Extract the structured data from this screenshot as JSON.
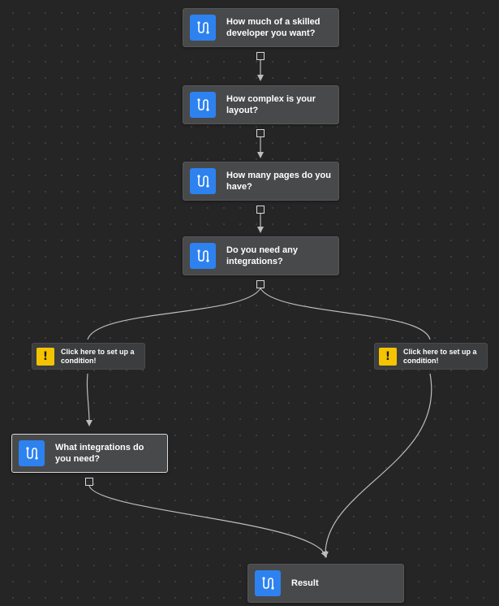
{
  "canvas": {
    "background": "#252526",
    "edge_color": "#bdbdbd",
    "node_icon_name": "flow-icon",
    "node_icon_color": "#2d82f0",
    "warning_icon_name": "warning-icon",
    "warning_color": "#f5c400"
  },
  "nodes": [
    {
      "id": "skill",
      "label": "How much of a skilled developer you want?"
    },
    {
      "id": "complexity",
      "label": "How complex is your layout?"
    },
    {
      "id": "pages",
      "label": "How many pages do you have?"
    },
    {
      "id": "integrations",
      "label": "Do you need any integrations?"
    },
    {
      "id": "which_integrations",
      "label": "What integrations do you need?"
    },
    {
      "id": "result",
      "label": "Result"
    }
  ],
  "conditions": [
    {
      "id": "cond_left",
      "label": "Click here to set up a condition!",
      "warning_symbol": "!"
    },
    {
      "id": "cond_right",
      "label": "Click here to set up a condition!",
      "warning_symbol": "!"
    }
  ]
}
